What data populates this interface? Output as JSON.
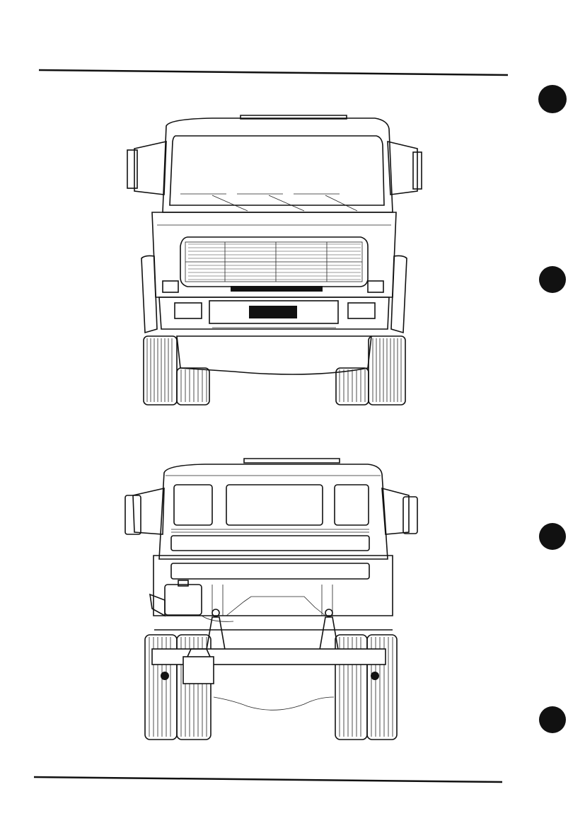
{
  "page": {
    "ink_color": "#111111",
    "paper_color": "#ffffff",
    "figures": [
      {
        "id": "truck-front-view"
      },
      {
        "id": "truck-rear-view"
      }
    ],
    "binder_holes": 4
  }
}
